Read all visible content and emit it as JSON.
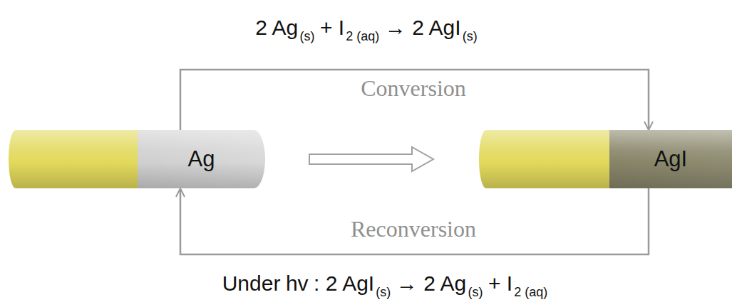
{
  "diagram": {
    "nodes": [
      {
        "text": [
          "Ag"
        ]
      },
      {
        "text": [
          "AgI"
        ]
      }
    ],
    "edges": [
      {
        "from": 0,
        "to": 1,
        "arrow": "to",
        "label": "Conversion"
      },
      {
        "from": 1,
        "to": 0,
        "arrow": "to",
        "label": "Reconversion"
      },
      {
        "from": 0,
        "to": 1,
        "arrow": "to"
      }
    ],
    "labels": [
      "2 Ag",
      "(s)",
      "+ I",
      "2 (aq)",
      "→ 2 AgI",
      "(s)",
      "Under",
      "hv",
      ": 2 AgI",
      "(s)",
      "→ 2 Ag",
      "(s)",
      "+ I",
      "2 (aq)"
    ]
  }
}
